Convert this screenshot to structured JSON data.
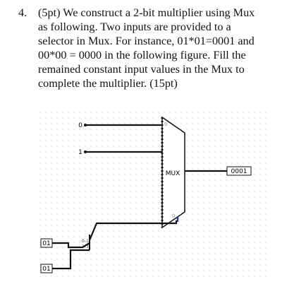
{
  "question": {
    "number": "4.",
    "lines": [
      "(5pt) We construct a 2-bit multiplier using Mux",
      "as following. Two inputs are provided to a",
      "selector in Mux. For instance, 01*01=0001 and",
      "00*00 = 0000 in the following figure. Fill the",
      "remained constant input values in the Mux to",
      "complete the multiplier. (15pt)"
    ]
  },
  "circuit": {
    "constant_inputs": [
      "0",
      "1"
    ],
    "mux_label": "MUX",
    "mux_port_top": "0",
    "mux_port_bottom": "0",
    "selector_label": "0-1",
    "selector_label_2": "2-3",
    "output_value": "0001",
    "input_a": "01",
    "input_b": "01"
  }
}
